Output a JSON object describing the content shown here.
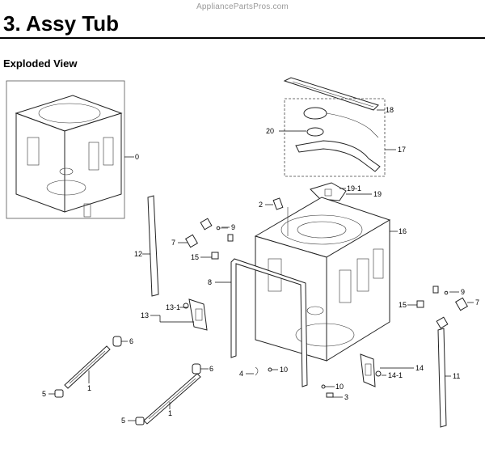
{
  "watermark": "AppliancePartsPros.com",
  "heading": "3.  Assy Tub",
  "subheading": "Exploded View",
  "callouts": {
    "c0": "0",
    "c18": "18",
    "c20": "20",
    "c17": "17",
    "c2": "2",
    "c19_1": "19-1",
    "c19": "19",
    "c16": "16",
    "c9a": "9",
    "c7a": "7",
    "c15a": "15",
    "c12": "12",
    "c8": "8",
    "c13_1": "13-1",
    "c13": "13",
    "c6a": "6",
    "c1a": "1",
    "c5a": "5",
    "c6b": "6",
    "c4": "4",
    "c10a": "10",
    "c10b": "10",
    "c3": "3",
    "c1b": "1",
    "c5b": "5",
    "c9b": "9",
    "c15b": "15",
    "c7b": "7",
    "c14": "14",
    "c14_1": "14-1",
    "c11": "11"
  }
}
